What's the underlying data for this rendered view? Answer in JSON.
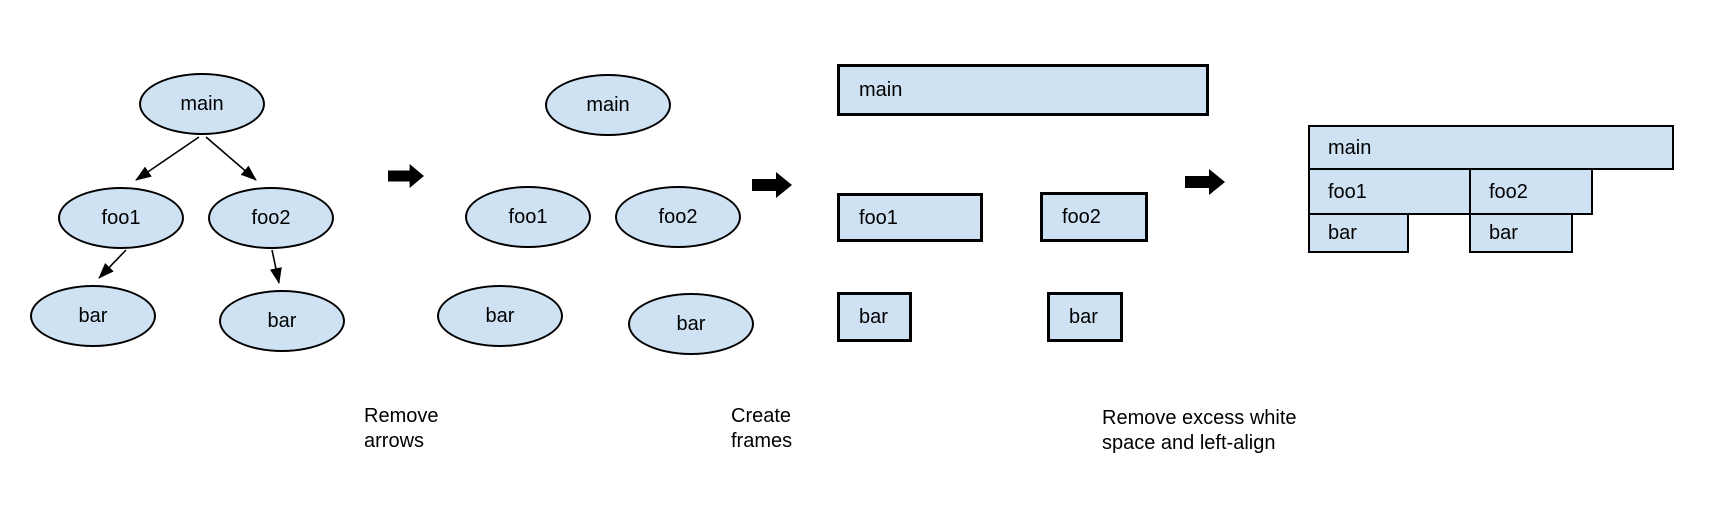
{
  "diagram": {
    "colors": {
      "node_fill": "#cfe2f3",
      "node_stroke": "#000000",
      "text": "#000000",
      "arrow": "#000000",
      "background": "#ffffff"
    },
    "stages": [
      {
        "name": "call-tree-with-arrows",
        "nodes": [
          {
            "label": "main"
          },
          {
            "label": "foo1"
          },
          {
            "label": "foo2"
          },
          {
            "label": "bar"
          },
          {
            "label": "bar"
          }
        ]
      },
      {
        "name": "ellipses-no-arrows",
        "nodes": [
          {
            "label": "main"
          },
          {
            "label": "foo1"
          },
          {
            "label": "foo2"
          },
          {
            "label": "bar"
          },
          {
            "label": "bar"
          }
        ]
      },
      {
        "name": "frames",
        "nodes": [
          {
            "label": "main"
          },
          {
            "label": "foo1"
          },
          {
            "label": "foo2"
          },
          {
            "label": "bar"
          },
          {
            "label": "bar"
          }
        ]
      },
      {
        "name": "flame-graph",
        "nodes": [
          {
            "label": "main"
          },
          {
            "label": "foo1"
          },
          {
            "label": "foo2"
          },
          {
            "label": "bar"
          },
          {
            "label": "bar"
          }
        ]
      }
    ],
    "transitions": [
      {
        "caption": [
          "Remove",
          "arrows"
        ]
      },
      {
        "caption": [
          "Create",
          "frames"
        ]
      },
      {
        "caption": [
          "Remove excess white",
          "space and left-align"
        ]
      }
    ]
  }
}
